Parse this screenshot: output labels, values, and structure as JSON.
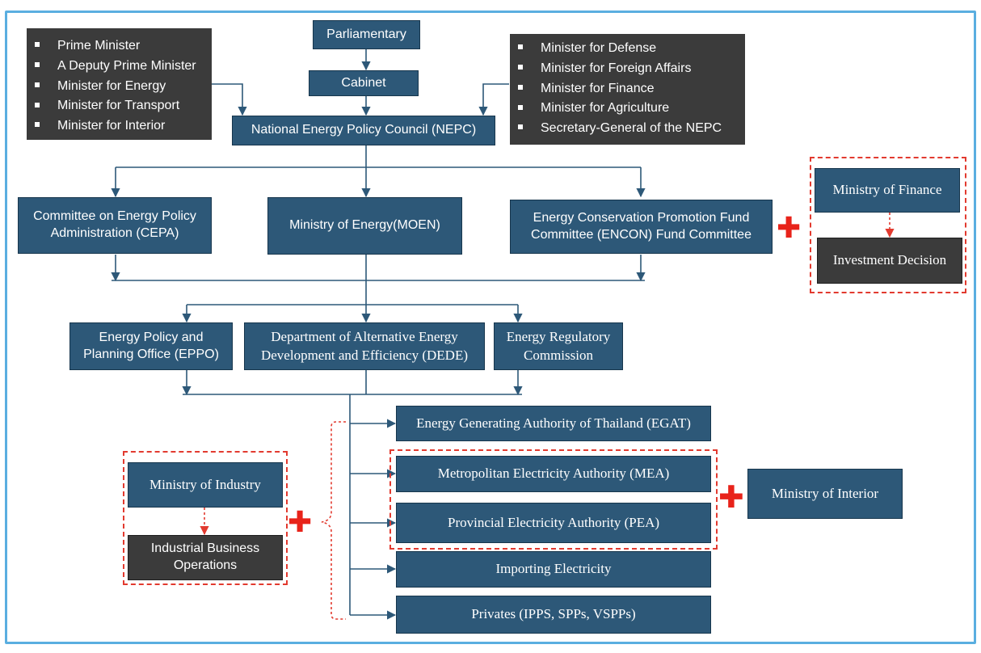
{
  "top": {
    "parliamentary": "Parliamentary",
    "cabinet": "Cabinet",
    "nepc": "National Energy Policy Council (NEPC)"
  },
  "left_members": [
    "Prime Minister",
    "A Deputy Prime Minister",
    "Minister for Energy",
    "Minister for Transport",
    "Minister for Interior"
  ],
  "right_members": [
    "Minister for Defense",
    "Minister for Foreign Affairs",
    "Minister for Finance",
    "Minister for Agriculture",
    "Secretary-General of the NEPC"
  ],
  "tier2": {
    "cepa": "Committee on Energy Policy Administration (CEPA)",
    "moen": "Ministry of Energy(MOEN)",
    "encon": "Energy Conservation Promotion Fund Committee (ENCON) Fund Committee"
  },
  "finance_group": {
    "ministry": "Ministry of Finance",
    "investment": "Investment Decision"
  },
  "tier3": {
    "eppo": "Energy Policy and Planning Office (EPPO)",
    "dede": "Department of Alternative Energy Development and Efficiency (DEDE)",
    "erc": "Energy Regulatory Commission"
  },
  "industry_group": {
    "ministry": "Ministry of Industry",
    "operations": "Industrial Business Operations"
  },
  "utilities": {
    "egat": "Energy Generating Authority of Thailand (EGAT)",
    "mea": "Metropolitan Electricity Authority (MEA)",
    "pea": "Provincial Electricity Authority (PEA)",
    "importing": "Importing Electricity",
    "privates": "Privates (IPPS, SPPs, VSPPs)"
  },
  "interior": "Ministry of Interior",
  "plus_symbol": "✚",
  "colors": {
    "box": "#2d5878",
    "box_border": "#17364d",
    "dark_box": "#3b3b3b",
    "connector": "#2d5878",
    "dashed_red": "#e23a2f",
    "plus_red": "#e8231a",
    "frame": "#5aaee0"
  }
}
